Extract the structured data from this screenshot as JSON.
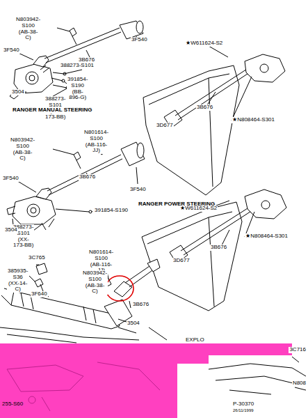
{
  "diagram": {
    "labels": [
      "N803942-S100 (AB-38-C)",
      "3F540",
      "3B676",
      "3F540",
      "388273-S101",
      "391854-S190 (BB-896-G)",
      "3504",
      "388273-S101 (XX-173-BB)",
      "★W611624-S2",
      "3B676",
      "3D677",
      "★N808464-S301",
      "RANGER MANUAL STEERING",
      "N801614-S100 (AB-116-JJ)",
      "N803942-S100 (AB-38-C)",
      "3F540",
      "3B676",
      "3F540",
      "RANGER POWER STEERING",
      "388273-S101 (XX-173-BB)",
      "391854-S190",
      "3504",
      "★W611624-S2",
      "★N808464-S301",
      "3B676",
      "3D677",
      "3C765",
      "N801614-S100 (AB-116-JJ)",
      "385935-S36 (XX-14-C)",
      "N803942-S100 (AB-38-C)",
      "3F640",
      "3B676",
      "3504",
      "EXPLO",
      "3C716",
      "N808",
      "255-S60",
      "P-30370",
      "26/11/1999"
    ]
  }
}
